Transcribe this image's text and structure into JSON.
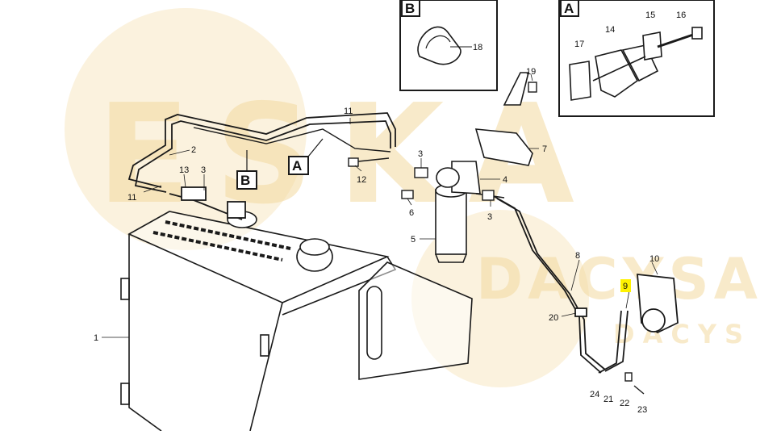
{
  "colors": {
    "watermark": "#f3d9a0",
    "highlight": "#fff200",
    "line": "#1a1a1a"
  },
  "watermark": {
    "brand_top": "ESKA",
    "brand_mid": "DACYSA",
    "brand_small": "DACYS"
  },
  "insets": {
    "b": {
      "tag": "B",
      "parts": [
        "18"
      ]
    },
    "a": {
      "tag": "A",
      "parts": [
        "14",
        "15",
        "16",
        "17"
      ]
    }
  },
  "callouts": {
    "p1": "1",
    "p2": "2",
    "p3a": "3",
    "p3b": "3",
    "p3c": "3",
    "p4": "4",
    "p5": "5",
    "p6": "6",
    "p7": "7",
    "p8": "8",
    "p9": "9",
    "p10": "10",
    "p11a": "11",
    "p11b": "11",
    "p12": "12",
    "p13": "13",
    "p19": "19",
    "p20": "20",
    "p21": "21",
    "p22": "22",
    "p23": "23",
    "p24": "24"
  },
  "view_tags": {
    "a": "A",
    "b": "B"
  }
}
